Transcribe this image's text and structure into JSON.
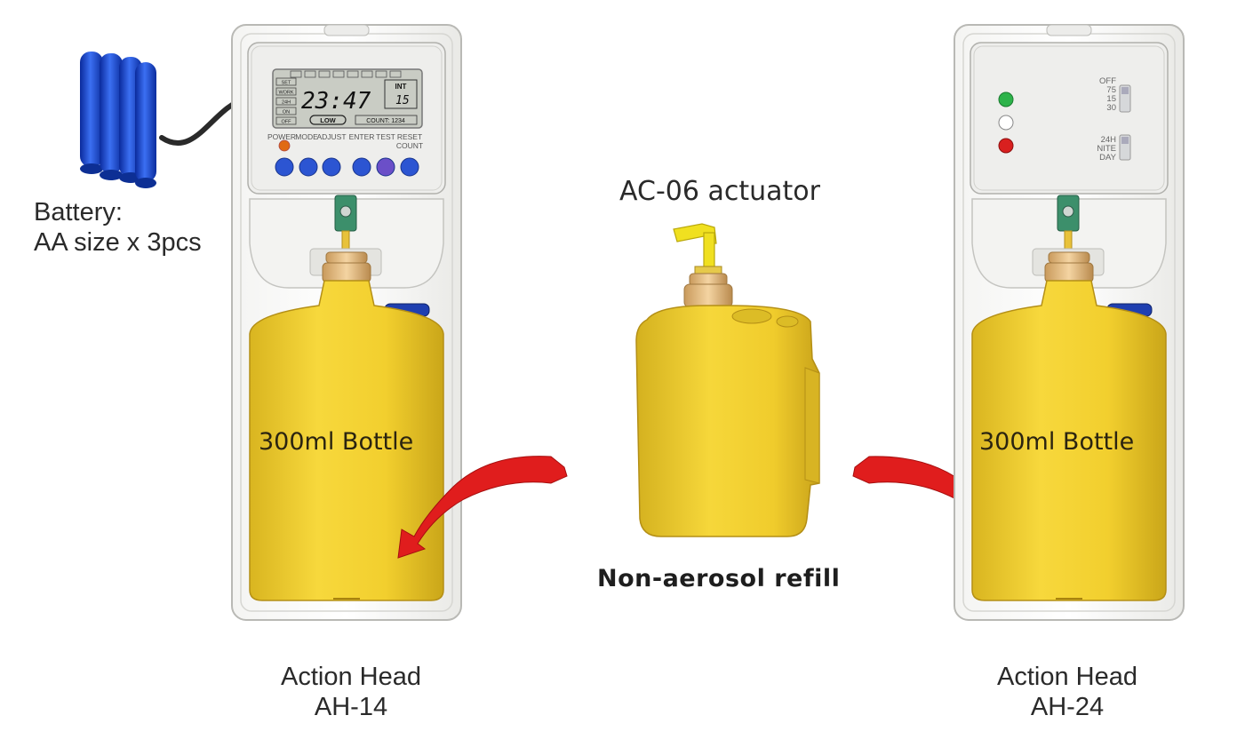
{
  "battery": {
    "line1": "Battery:",
    "line2": "AA size x 3pcs"
  },
  "actuator_label": "AC-06 actuator",
  "refill_label": "Non-aerosol refill",
  "left_unit": {
    "bottle_label": "300ml Bottle",
    "caption_line1": "Action Head",
    "caption_line2": "AH-14",
    "lcd": {
      "time": "23:47",
      "int_label": "INT",
      "int_value": "15",
      "low": "LOW",
      "count": "COUNT: 1234",
      "side_labels": [
        "SET",
        "WORK",
        "24H",
        "ON",
        "OFF"
      ]
    },
    "buttons": [
      "POWER",
      "MODE",
      "ADJUST",
      "ENTER",
      "TEST",
      "RESET"
    ],
    "count_label": "COUNT"
  },
  "right_unit": {
    "bottle_label": "300ml Bottle",
    "caption_line1": "Action Head",
    "caption_line2": "AH-24",
    "switch1": [
      "OFF",
      "75",
      "15",
      "30"
    ],
    "switch2": [
      "24H",
      "NITE",
      "DAY"
    ],
    "leds": [
      "#2db34a",
      "#ffffff",
      "#d9201f"
    ]
  },
  "colors": {
    "bottle": "#f2cf2e",
    "arrow": "#e01d1d",
    "battery": "#1f4fd6",
    "button": "#2c55d2"
  }
}
